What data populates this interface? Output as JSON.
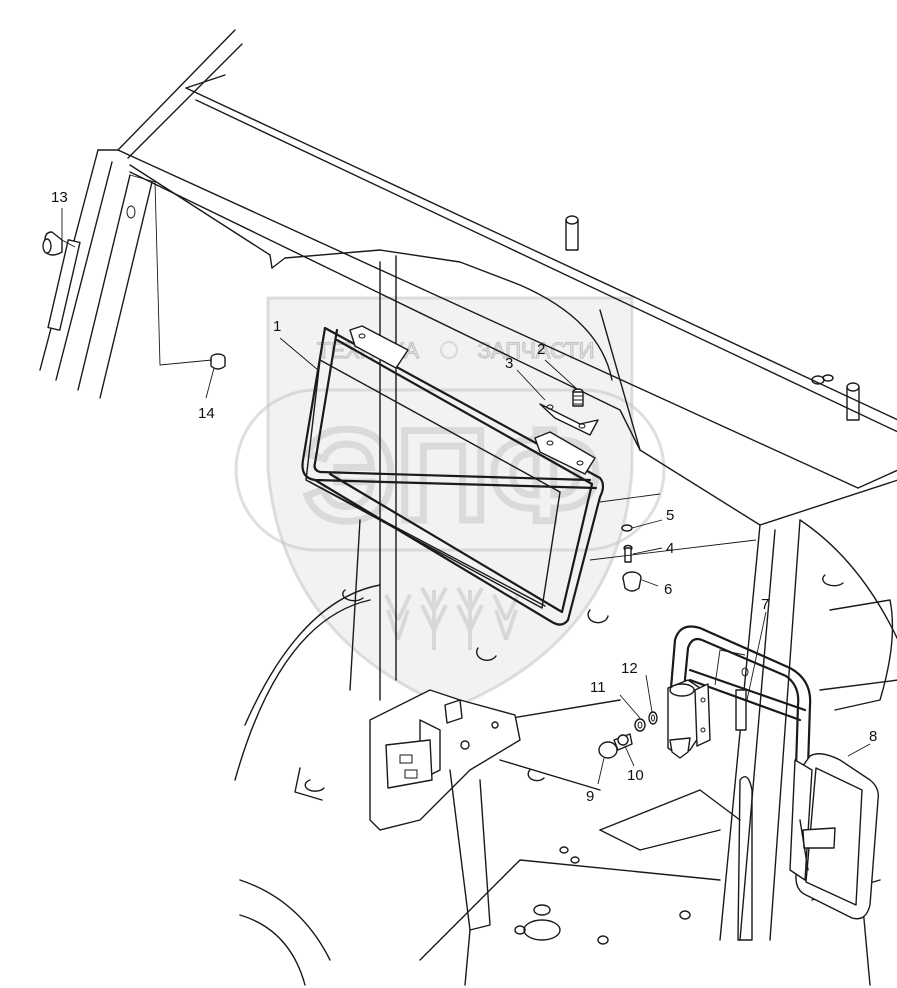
{
  "watermark": {
    "top_left": "ТЕХНИКА",
    "top_right": "ЗАПЧАСТИ",
    "letters": "ЭПФ"
  },
  "callouts": [
    "1",
    "2",
    "3",
    "4",
    "5",
    "6",
    "7",
    "8",
    "9",
    "10",
    "11",
    "12",
    "13",
    "14"
  ]
}
